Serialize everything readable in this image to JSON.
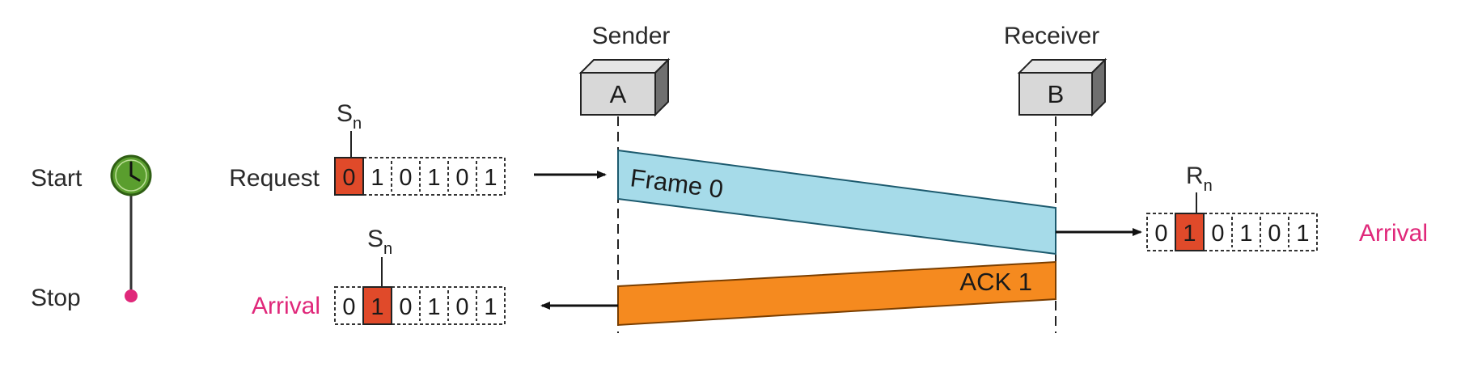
{
  "sender": {
    "label": "Sender",
    "box_letter": "A"
  },
  "receiver": {
    "label": "Receiver",
    "box_letter": "B"
  },
  "timer": {
    "start_label": "Start",
    "stop_label": "Stop"
  },
  "request_row": {
    "label": "Request",
    "pointer_main": "S",
    "pointer_sub": "n",
    "bits": [
      "0",
      "1",
      "0",
      "1",
      "0",
      "1"
    ],
    "highlight_index": 0
  },
  "frame": {
    "label": "Frame 0"
  },
  "receiver_row": {
    "pointer_main": "R",
    "pointer_sub": "n",
    "bits": [
      "0",
      "1",
      "0",
      "1",
      "0",
      "1"
    ],
    "highlight_index": 1,
    "status": "Arrival"
  },
  "ack": {
    "label": "ACK 1"
  },
  "ack_row": {
    "status": "Arrival",
    "pointer_main": "S",
    "pointer_sub": "n",
    "bits": [
      "0",
      "1",
      "0",
      "1",
      "0",
      "1"
    ],
    "highlight_index": 1
  },
  "colors": {
    "frame_fill": "#a6dbe9",
    "ack_fill": "#f58a1f",
    "highlight": "#e04a2a",
    "timer_green": "#5a9e2e",
    "arrival": "#e0287a"
  }
}
